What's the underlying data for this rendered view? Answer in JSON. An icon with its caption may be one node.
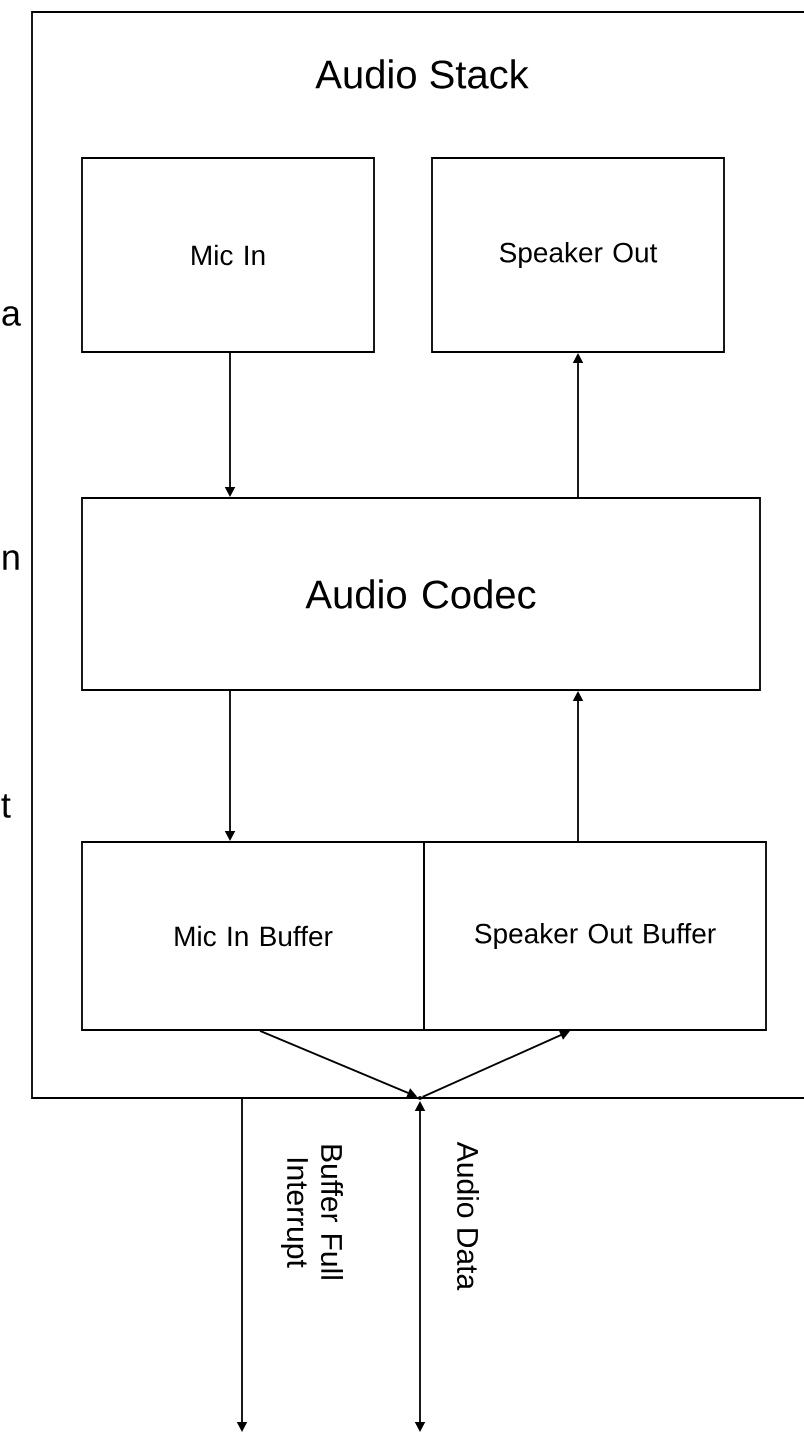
{
  "diagram": {
    "nodes": [
      {
        "text": [
          "Audio Stack"
        ]
      },
      {
        "text": [
          "Mic In"
        ],
        "in": 0
      },
      {
        "text": [
          "Speaker Out"
        ],
        "in": 0
      },
      {
        "text": [
          "Audio Codec"
        ],
        "in": 0
      },
      {
        "text": [
          "Mic In Buffer"
        ],
        "in": 0
      },
      {
        "text": [
          "Speaker Out Buffer"
        ],
        "in": 0
      },
      {
        "text": [],
        "shape": "point"
      }
    ],
    "edges": [
      {
        "from": 1,
        "to": 3,
        "arrow": "to"
      },
      {
        "from": 3,
        "to": 2,
        "arrow": "to"
      },
      {
        "from": 3,
        "to": 4,
        "arrow": "to"
      },
      {
        "from": 5,
        "to": 3,
        "arrow": "to"
      },
      {
        "from": 4,
        "to": 6,
        "arrow": "to"
      },
      {
        "from": 6,
        "to": 5,
        "arrow": "to"
      },
      {
        "from": 0,
        "to": null,
        "arrow": "to",
        "label": "Buffer Full Interrupt"
      },
      {
        "from": 6,
        "to": null,
        "arrow": "both",
        "label": "Audio Data"
      }
    ],
    "labels": [
      "a",
      "n",
      "t"
    ]
  }
}
